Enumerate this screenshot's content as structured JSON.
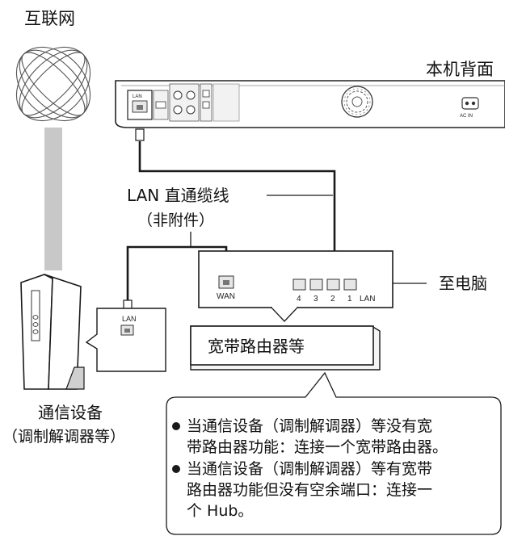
{
  "labels": {
    "internet": "互联网",
    "unit_rear": "本机背面",
    "cable_name": "LAN 直通缆线",
    "cable_note": "（非附件）",
    "to_pc": "至电脑",
    "router_name": "宽带路由器等",
    "modem_name": "通信设备",
    "modem_note": "（调制解调器等）"
  },
  "router_ports": {
    "wan": "WAN",
    "lan_numbers": [
      "4",
      "3",
      "2",
      "1"
    ],
    "lan": "LAN"
  },
  "modem_port": "LAN",
  "rear_panel": {
    "lan_port_label": "LAN",
    "ac_label": "AC IN"
  },
  "notes": [
    "当通信设备（调制解调器）等没有宽带路由器功能：连接一个宽带路由器。",
    "当通信设备（调制解调器）等有宽带路由器功能但没有空余端口：连接一个 Hub。"
  ],
  "notes_lines": [
    [
      "当通信设备（调制解调器）等没有宽",
      "带路由器功能：连接一个宽带路由器。"
    ],
    [
      "当通信设备（调制解调器）等有宽带",
      "路由器功能但没有空余端口：连接一",
      "个 Hub。"
    ]
  ],
  "colors": {
    "line": "#1a1a1a",
    "pole": "#c8c8c8",
    "panel_fill": "#f2f2f2"
  }
}
